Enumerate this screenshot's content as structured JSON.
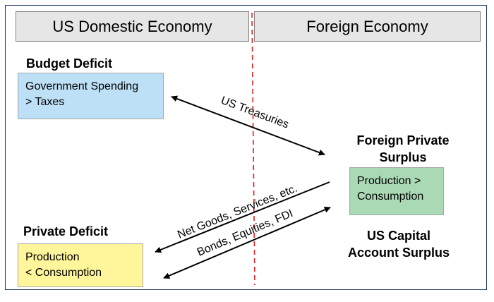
{
  "headers": {
    "us_domestic": "US Domestic Economy",
    "foreign": "Foreign Economy"
  },
  "budget_deficit": {
    "title": "Budget Deficit",
    "line1": "Government Spending",
    "line2": "> Taxes",
    "color": "#bde0f6"
  },
  "foreign_private_surplus": {
    "title_line1": "Foreign Private",
    "title_line2": "Surplus",
    "line1": "Production >",
    "line2": "Consumption",
    "color": "#aad9b6"
  },
  "private_deficit": {
    "title": "Private Deficit",
    "line1": "Production",
    "line2": "< Consumption",
    "color": "#fff59b"
  },
  "capital_account": {
    "line1": "US Capital",
    "line2": "Account Surplus"
  },
  "flows": {
    "treasuries": "US Treasuries",
    "goods": "Net Goods, Services,  etc.",
    "bonds": "Bonds, Equities, FDI"
  },
  "colors": {
    "divider": "#e02020",
    "frame": "#1f3864",
    "header_fill": "#e7e6e6"
  }
}
